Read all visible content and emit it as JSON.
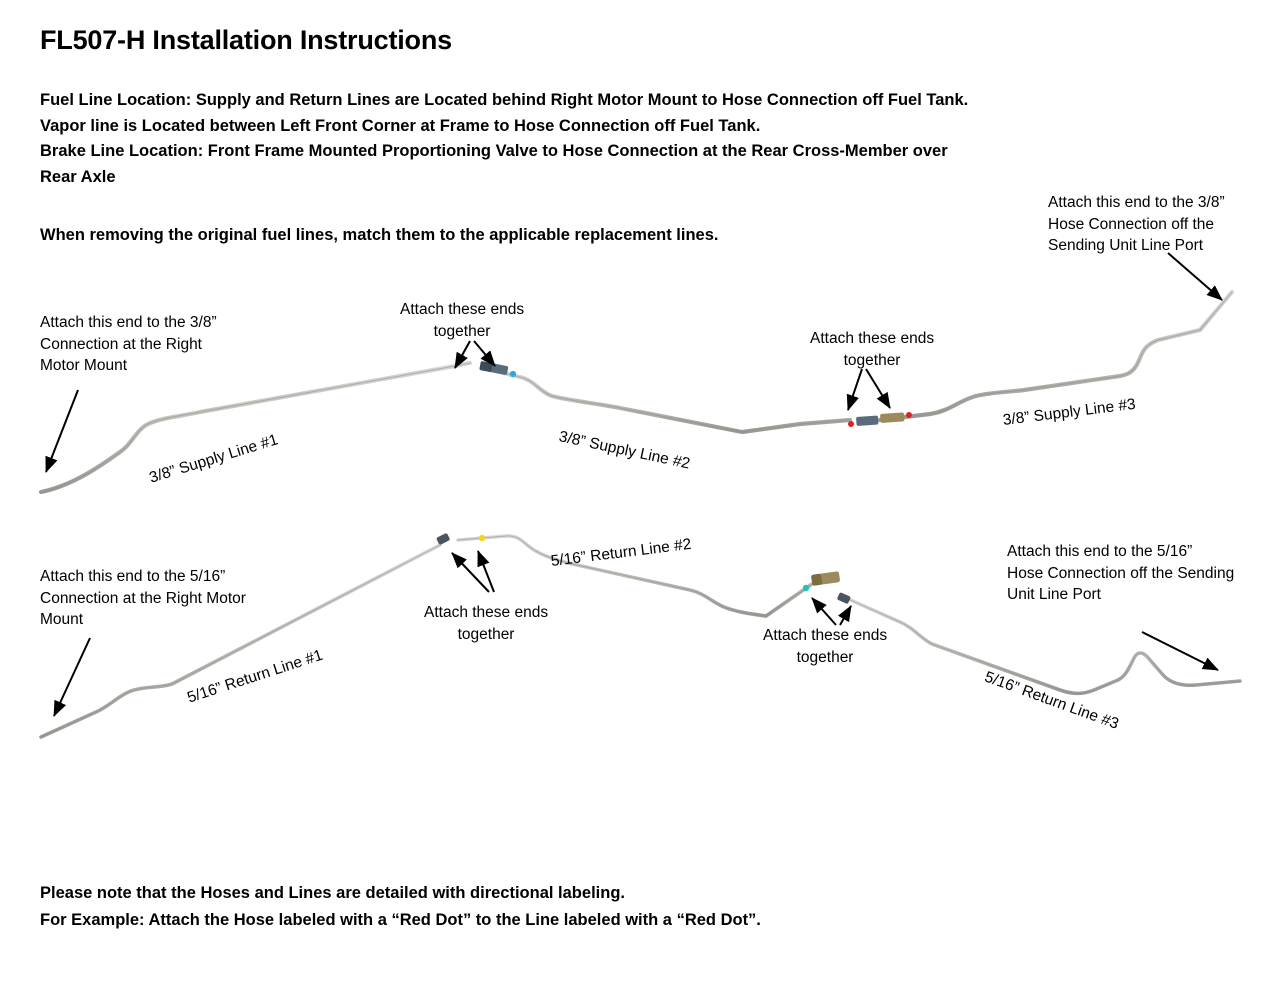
{
  "document": {
    "title": "FL507-H Installation Instructions",
    "intro_lines": [
      "Fuel Line Location:  Supply and Return Lines are Located behind Right Motor Mount to Hose Connection off Fuel Tank.",
      "Vapor line is Located between Left Front Corner at Frame to Hose Connection off Fuel Tank.",
      "Brake Line Location: Front Frame Mounted Proportioning Valve to Hose Connection at the Rear Cross-Member over",
      "Rear Axle"
    ],
    "emphasis": "When removing the original fuel lines, match them to the applicable replacement lines.",
    "footer_lines": [
      "Please note that the Hoses and Lines are detailed with directional labeling.",
      "For Example: Attach the Hose labeled with a “Red Dot” to the Line labeled with a “Red Dot”."
    ]
  },
  "callouts": {
    "supply_left": {
      "lines": [
        "Attach this end to the 3/8”",
        "Connection at the Right",
        "Motor Mount"
      ]
    },
    "supply_right": {
      "lines": [
        "Attach this end to the 3/8”",
        "Hose Connection off the",
        "Sending Unit Line Port"
      ]
    },
    "supply_joint_1": {
      "lines": [
        "Attach these ends",
        "together"
      ]
    },
    "supply_joint_2": {
      "lines": [
        "Attach these ends",
        "together"
      ]
    },
    "return_left": {
      "lines": [
        "Attach this end to the 5/16”",
        "Connection at the Right Motor",
        "Mount"
      ]
    },
    "return_right": {
      "lines": [
        "Attach this end to the 5/16”",
        "Hose Connection off the Sending",
        "Unit Line Port"
      ]
    },
    "return_joint_1": {
      "lines": [
        "Attach these ends",
        "together"
      ]
    },
    "return_joint_2": {
      "lines": [
        "Attach these ends",
        "together"
      ]
    }
  },
  "line_labels": {
    "supply_1": "3/8” Supply Line #1",
    "supply_2": "3/8” Supply Line #2",
    "supply_3": "3/8” Supply Line #3",
    "return_1": "5/16” Return Line #1",
    "return_2": "5/16” Return Line #2",
    "return_3": "5/16” Return Line #3"
  },
  "colors": {
    "tubing": "#b9b9b4",
    "tubing_dark": "#8d8d88",
    "arrow": "#000000",
    "dot_blue": "#2aa8e0",
    "dot_red": "#e02020",
    "dot_yellow": "#f2d61a",
    "dot_teal": "#1fc3b8",
    "connector_steel": "#5a6b7a",
    "connector_brass": "#9d8a5c",
    "text": "#000000",
    "background": "#ffffff"
  },
  "diagram": {
    "supply_assembly": {
      "name": "3/8 inch fuel supply line assembly",
      "segments": [
        "supply_1",
        "supply_2",
        "supply_3"
      ],
      "connector_dots": [
        "dot_blue",
        "dot_red",
        "dot_red"
      ]
    },
    "return_assembly": {
      "name": "5/16 inch fuel return line assembly",
      "segments": [
        "return_1",
        "return_2",
        "return_3"
      ],
      "connector_dots": [
        "dot_yellow",
        "dot_teal"
      ]
    }
  }
}
